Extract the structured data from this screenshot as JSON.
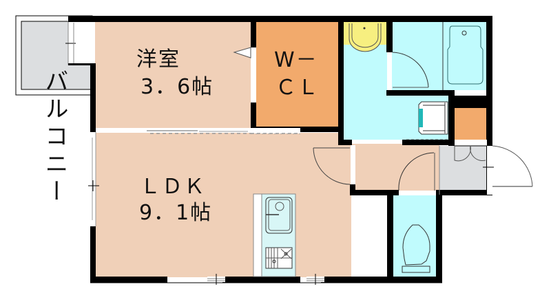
{
  "floorplan": {
    "rooms": {
      "western_room": {
        "name": "洋室",
        "size": "3．6帖",
        "color": "#f0d0b8"
      },
      "walk_in_closet": {
        "line1": "W－",
        "line2": "ＣＬ",
        "color": "#f2aa6c"
      },
      "ldk": {
        "name": "ＬＤＫ",
        "size": "9．1帖",
        "color": "#f0d0b8"
      },
      "balcony": {
        "name": "バルコニー",
        "color": "#dcdee0"
      },
      "washroom": {
        "color": "#c0fbfd"
      },
      "bathroom": {
        "color": "#c0fbfd"
      },
      "toilet": {
        "color": "#c0fbfd"
      },
      "entrance": {
        "color": "#dcdee0"
      },
      "storage": {
        "color": "#f2aa6c"
      },
      "hallway": {
        "color": "#f0d0b8"
      },
      "kitchen": {
        "color": "#c8f4f4"
      }
    },
    "fixtures": {
      "sink_color": "#f7ef80",
      "washer_accent": "#20b8b8"
    },
    "wall_color": "#000000"
  }
}
